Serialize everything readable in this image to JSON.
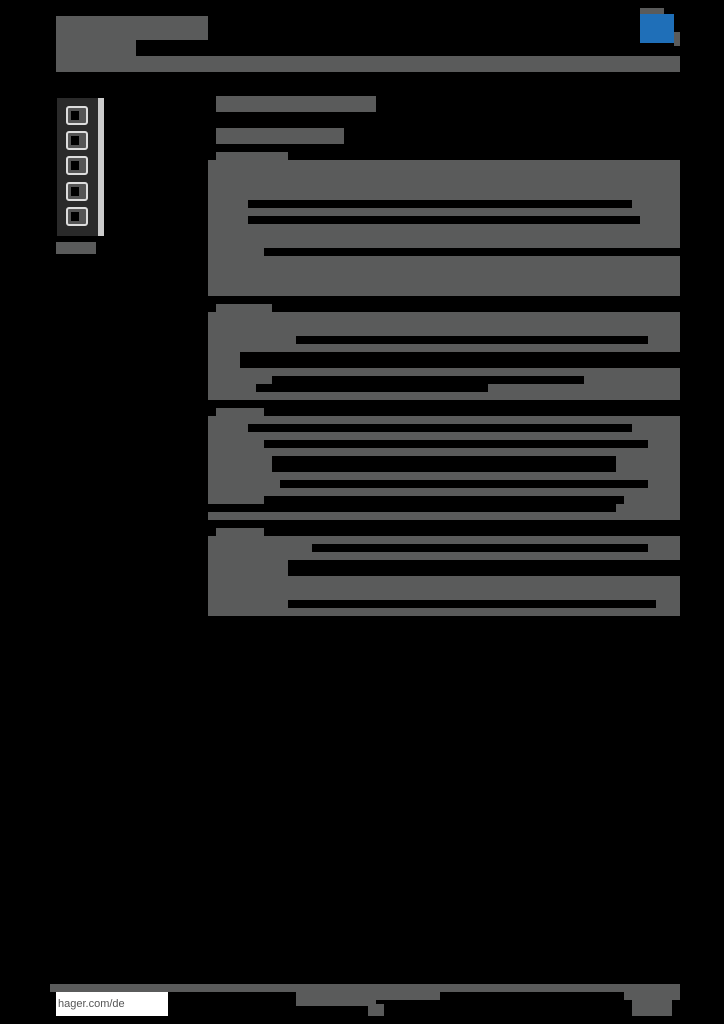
{
  "header": {
    "title_block": "",
    "subtitle_block": "",
    "logo": "hager-logo",
    "brand_color": "#1f6fb8"
  },
  "product_image": {
    "name": "socket-strip-5-module",
    "sockets": 5,
    "caption": ""
  },
  "main": {
    "heading": "",
    "subheading": "",
    "sections": [
      {
        "label": "",
        "rows": 6
      },
      {
        "label": "",
        "rows": 4
      },
      {
        "label": "",
        "rows": 5
      },
      {
        "label": "",
        "rows": 3
      }
    ]
  },
  "footer": {
    "url": "hager.com/de",
    "center_block": "",
    "page_block": ""
  },
  "colors": {
    "background": "#000000",
    "block": "#5a5b5b",
    "accent": "#1f6fb8"
  }
}
